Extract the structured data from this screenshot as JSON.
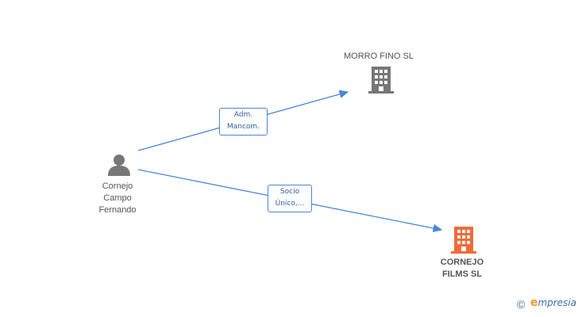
{
  "nodes": {
    "person": {
      "name": "Cornejo\nCampo\nFernando",
      "icon": "person-icon",
      "color": "#777777"
    },
    "company_a": {
      "name": "MORRO FINO SL",
      "icon": "building-icon",
      "color": "#777777"
    },
    "company_b": {
      "name": "CORNEJO\nFILMS SL",
      "icon": "building-icon",
      "color": "#f26a3a"
    }
  },
  "edges": [
    {
      "from": "person",
      "to": "company_a",
      "label": "Adm.\nMancom."
    },
    {
      "from": "person",
      "to": "company_b",
      "label": "Socio\nÚnico,..."
    }
  ],
  "colors": {
    "edge": "#4a86d8"
  },
  "brand": {
    "copyright_symbol": "©",
    "name_initial": "e",
    "name_rest": "mpresia"
  }
}
